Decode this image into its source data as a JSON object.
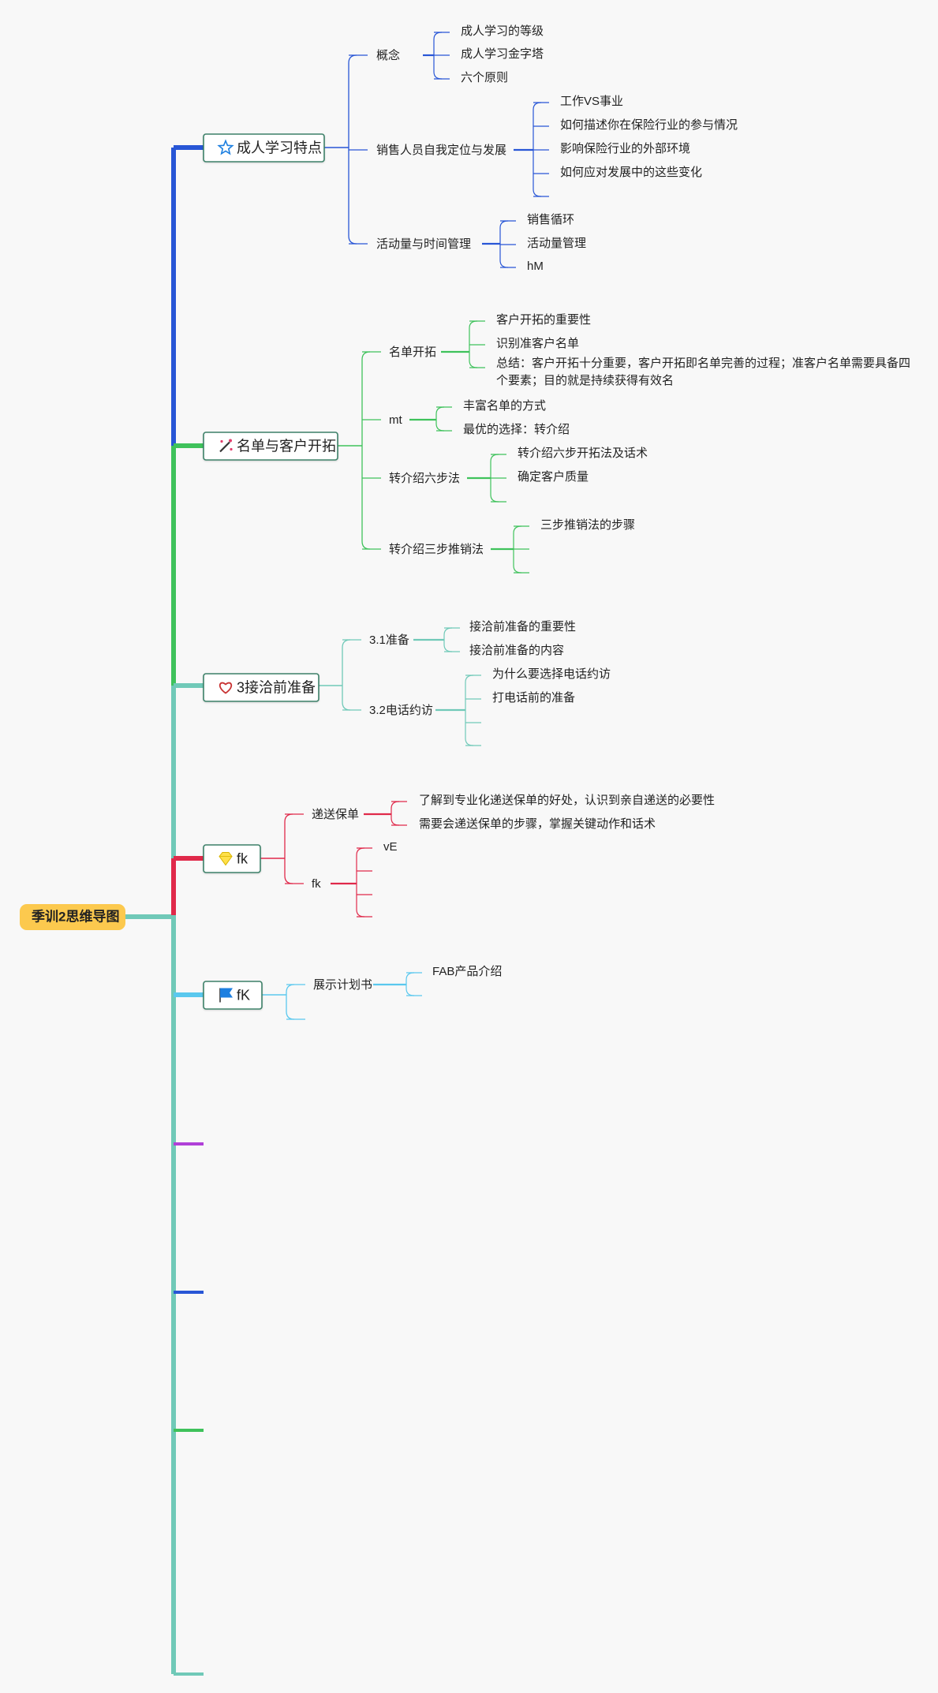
{
  "root": {
    "label": "季训2思维导图",
    "color": "#fcc94e"
  },
  "branches": [
    {
      "label": "成人学习特点",
      "icon": "star-icon",
      "color": "#2856d6",
      "children": [
        {
          "label": "概念",
          "children": [
            "成人学习的等级",
            "成人学习金字塔",
            "六个原则"
          ]
        },
        {
          "label": "销售人员自我定位与发展",
          "children": [
            "工作VS事业",
            "如何描述你在保险行业的参与情况",
            "影响保险行业的外部环境",
            "如何应对发展中的这些变化",
            ""
          ]
        },
        {
          "label": "活动量与时间管理",
          "children": [
            "销售循环",
            "活动量管理",
            "hM"
          ]
        }
      ]
    },
    {
      "label": "名单与客户开拓",
      "icon": "magic-wand-icon",
      "color": "#3fc25b",
      "children": [
        {
          "label": "名单开拓",
          "children": [
            "客户开拓的重要性",
            "识别准客户名单",
            "总结：客户开拓十分重要，客户开拓即名单完善的过程；准客户名单需要具备四个要素；目的就是持续获得有效名"
          ]
        },
        {
          "label": "mt",
          "children": [
            "丰富名单的方式",
            "最优的选择：转介绍"
          ]
        },
        {
          "label": "转介绍六步法",
          "children": [
            "转介绍六步开拓法及话术",
            "确定客户质量",
            ""
          ]
        },
        {
          "label": "转介绍三步推销法",
          "children": [
            "三步推销法的步骤",
            "",
            ""
          ]
        }
      ]
    },
    {
      "label": "3接洽前准备",
      "icon": "heart-icon",
      "color": "#70c9b8",
      "children": [
        {
          "label": "3.1准备",
          "children": [
            "接洽前准备的重要性",
            "接洽前准备的内容"
          ]
        },
        {
          "label": "3.2电话约访",
          "children": [
            "为什么要选择电话约访",
            "打电话前的准备",
            "",
            ""
          ]
        }
      ]
    },
    {
      "label": "fk",
      "icon": "gem-icon",
      "color": "#e0294a",
      "children": [
        {
          "label": "递送保单",
          "children": [
            "了解到专业化递送保单的好处，认识到亲自递送的必要性",
            "需要会递送保单的步骤，掌握关键动作和话术"
          ]
        },
        {
          "label": "fk",
          "children": [
            "vE",
            "",
            "",
            ""
          ]
        }
      ]
    },
    {
      "label": "fK",
      "icon": "flag-icon",
      "color": "#5ac8ee",
      "children": [
        {
          "label": "展示计划书",
          "children": [
            "FAB产品介绍",
            ""
          ]
        },
        {
          "label": "",
          "children": []
        }
      ]
    }
  ],
  "empty_branches": [
    {
      "color": "#b040d8"
    },
    {
      "color": "#2856d6"
    },
    {
      "color": "#3fc25b"
    },
    {
      "color": "#70c9b8"
    }
  ],
  "trunk_color": "#70c9b8"
}
